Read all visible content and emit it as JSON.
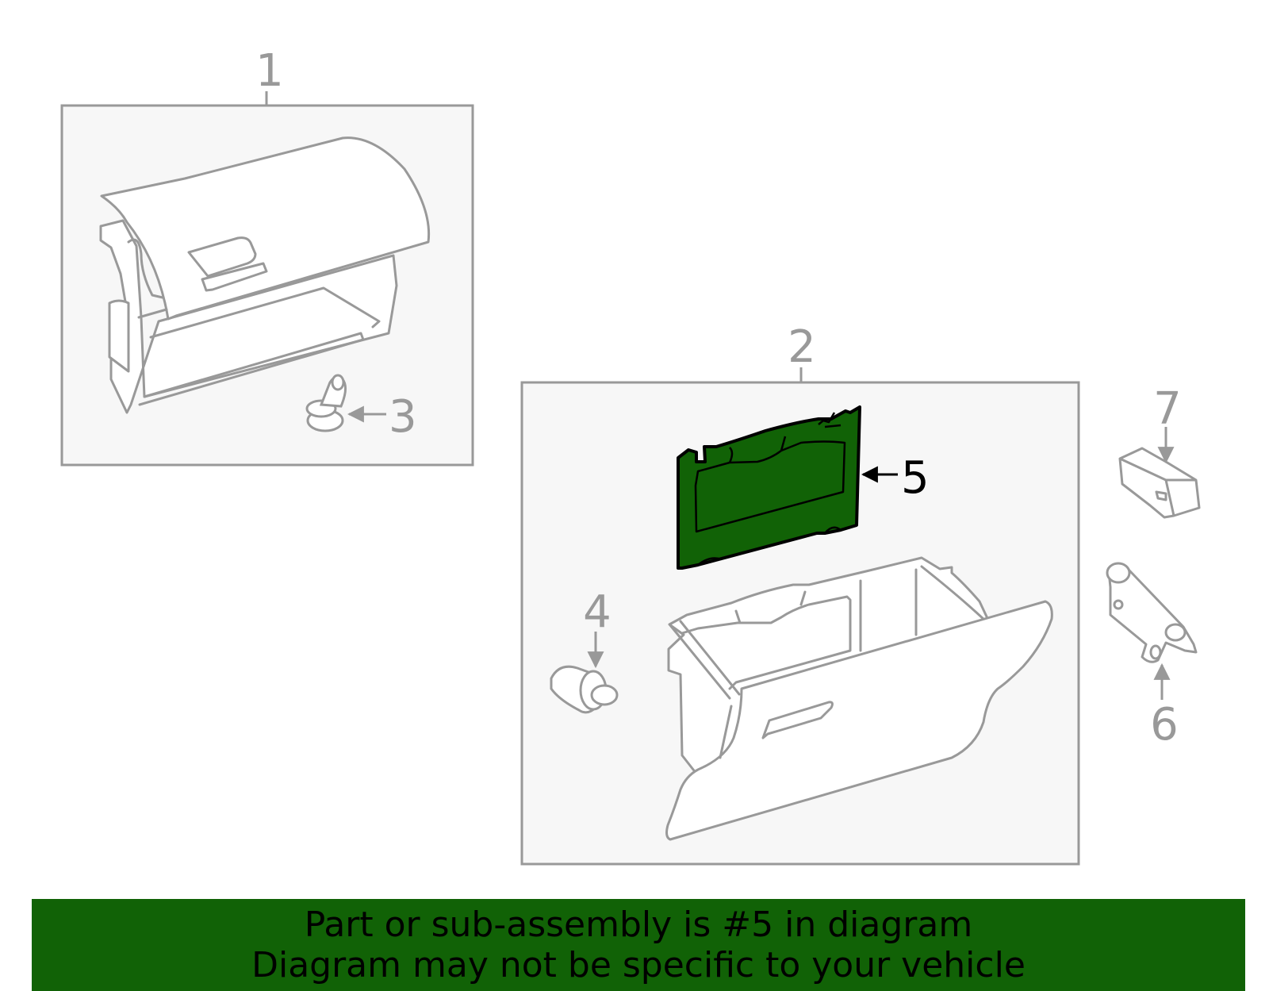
{
  "callouts": {
    "c1": "1",
    "c2": "2",
    "c3": "3",
    "c4": "4",
    "c5": "5",
    "c6": "6",
    "c7": "7"
  },
  "highlighted_part": "5",
  "colors": {
    "line": "#999999",
    "box_fill": "#f7f7f7",
    "highlight": "#116206",
    "banner_bg": "#116206",
    "banner_text": "#000000"
  },
  "banner": {
    "line1": "Part or sub-assembly is #5 in diagram",
    "line2": "Diagram may not be specific to your vehicle"
  }
}
